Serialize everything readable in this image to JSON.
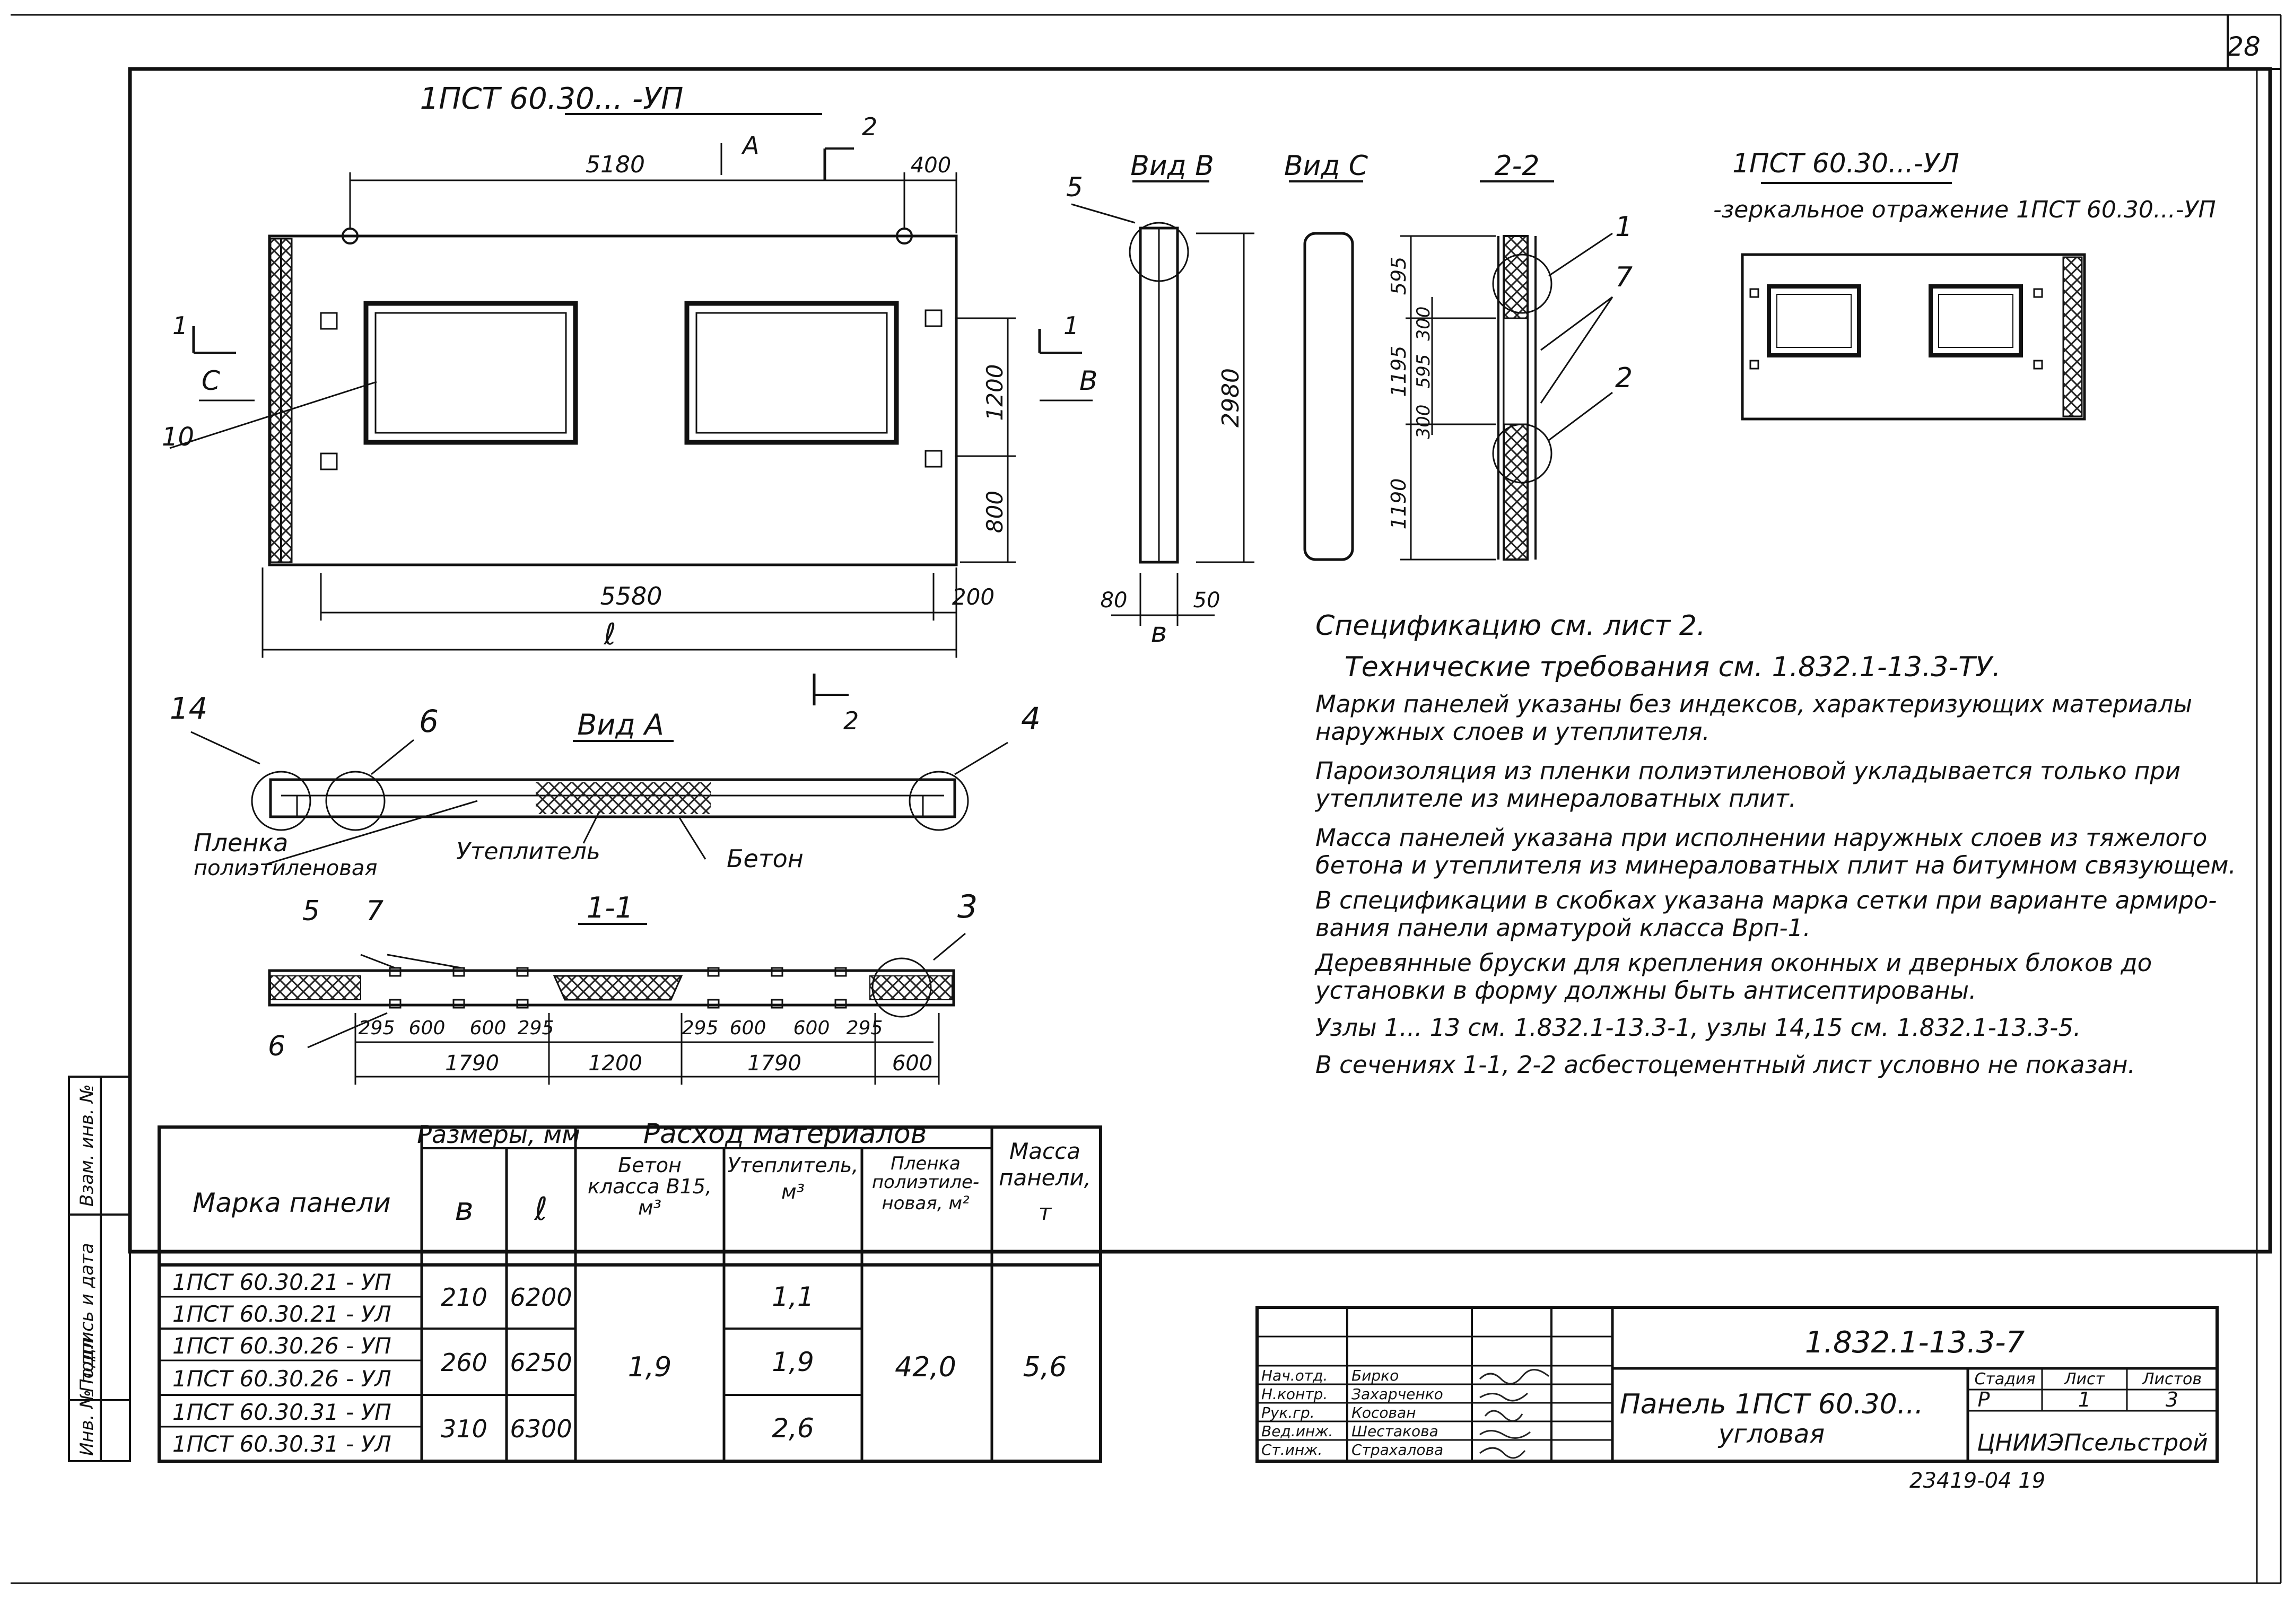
{
  "sheet_number": "28",
  "facade": {
    "title": "1ПСТ 60.30... -УП",
    "dim_5180": "5180",
    "dim_400": "400",
    "dim_5580": "5580",
    "dim_200": "200",
    "dim_l": "ℓ",
    "dim_1200": "1200",
    "dim_800": "800",
    "mark_A": "А",
    "mark_B": "В",
    "mark_C": "С",
    "mark_1": "1",
    "mark_2": "2",
    "callout_10": "10"
  },
  "view_v": {
    "title": "Вид В",
    "dim_2980": "2980",
    "dim_80": "80",
    "dim_50": "50",
    "dim_b": "в",
    "callout_5": "5"
  },
  "view_c": {
    "title": "Вид С"
  },
  "section_22": {
    "title": "2-2",
    "dims": [
      "595",
      "1195",
      "595",
      "300",
      "300",
      "1190"
    ],
    "callouts": [
      "1",
      "7",
      "2"
    ]
  },
  "mirror": {
    "title": "1ПСТ 60.30...-УЛ",
    "subtitle": "-зеркальное отражение 1ПСТ 60.30...-УП"
  },
  "view_a": {
    "title": "Вид А",
    "callout_14": "14",
    "callout_6": "6",
    "callout_4": "4",
    "label_film1": "Пленка",
    "label_film2": "полиэтиленовая",
    "label_insulation": "Утеплитель",
    "label_concrete": "Бетон"
  },
  "section_11": {
    "title": "1-1",
    "callout_5": "5",
    "callout_7": "7",
    "callout_3": "3",
    "callout_6": "6",
    "dims_top": [
      "295",
      "600",
      "600",
      "295",
      "295",
      "600",
      "600",
      "295"
    ],
    "dims_bottom": [
      "1790",
      "1200",
      "1790",
      "600"
    ]
  },
  "notes": [
    "Спецификацию см. лист 2.",
    "Технические  требования  см. 1.832.1-13.3-ТУ.",
    "Марки панелей указаны без индексов, характеризующих материалы",
    "наружных слоев и утеплителя.",
    "Пароизоляция из пленки полиэтиленовой укладывается только при",
    "утеплителе из минераловатных плит.",
    "Масса панелей указана при исполнении наружных слоев из тяжелого",
    "бетона и утеплителя из минераловатных плит на битумном связующем.",
    "В спецификации в скобках указана марка сетки при варианте армиро-",
    "вания панели арматурой класса Врп-1.",
    "Деревянные бруски для крепления оконных и дверных блоков до",
    "установки в форму должны быть антисептированы.",
    "Узлы 1... 13 см. 1.832.1-13.3-1, узлы 14,15 см. 1.832.1-13.3-5.",
    "В сечениях 1-1, 2-2 асбестоцементный лист условно не показан."
  ],
  "spec_table": {
    "h_mark": "Марка панели",
    "h_sizes": "Размеры, мм",
    "h_b": "в",
    "h_l": "ℓ",
    "h_consumption": "Расход материалов",
    "h_concrete1": "Бетон",
    "h_concrete2": "класса В15,",
    "h_concrete3": "м³",
    "h_insul1": "Утеплитель,",
    "h_insul2": "м³",
    "h_film1": "Пленка",
    "h_film2": "полиэтиле-",
    "h_film3": "новая, м²",
    "h_mass1": "Масса",
    "h_mass2": "панели,",
    "h_mass3": "т",
    "rows": [
      "1ПСТ 60.30.21 - УП",
      "1ПСТ 60.30.21 - УЛ",
      "1ПСТ 60.30.26 - УП",
      "1ПСТ 60.30.26 - УЛ",
      "1ПСТ 60.30.31 - УП",
      "1ПСТ 60.30.31 - УЛ"
    ],
    "b_values": [
      "210",
      "260",
      "310"
    ],
    "l_values": [
      "6200",
      "6250",
      "6300"
    ],
    "concrete": "1,9",
    "insulation": [
      "1,1",
      "1,9",
      "2,6"
    ],
    "film": "42,0",
    "mass": "5,6"
  },
  "title_block": {
    "code": "1.832.1-13.3-7",
    "roles": [
      "Нач.отд.",
      "Н.контр.",
      "Рук.гр.",
      "Вед.инж.",
      "Ст.инж."
    ],
    "names": [
      "Бирко",
      "Захарченко",
      "Косован",
      "Шестакова",
      "Страхалова"
    ],
    "title1": "Панель 1ПСТ 60.30...",
    "title2": "угловая",
    "h_stage": "Стадия",
    "h_sheet": "Лист",
    "h_sheets": "Листов",
    "stage": "Р",
    "sheet": "1",
    "sheets": "3",
    "org": "ЦНИИЭПсельстрой"
  },
  "side_stamp": [
    "Инв. № подл.",
    "Подпись и дата",
    "Взам. инв. №"
  ],
  "bottom_code": "23419-04  19"
}
